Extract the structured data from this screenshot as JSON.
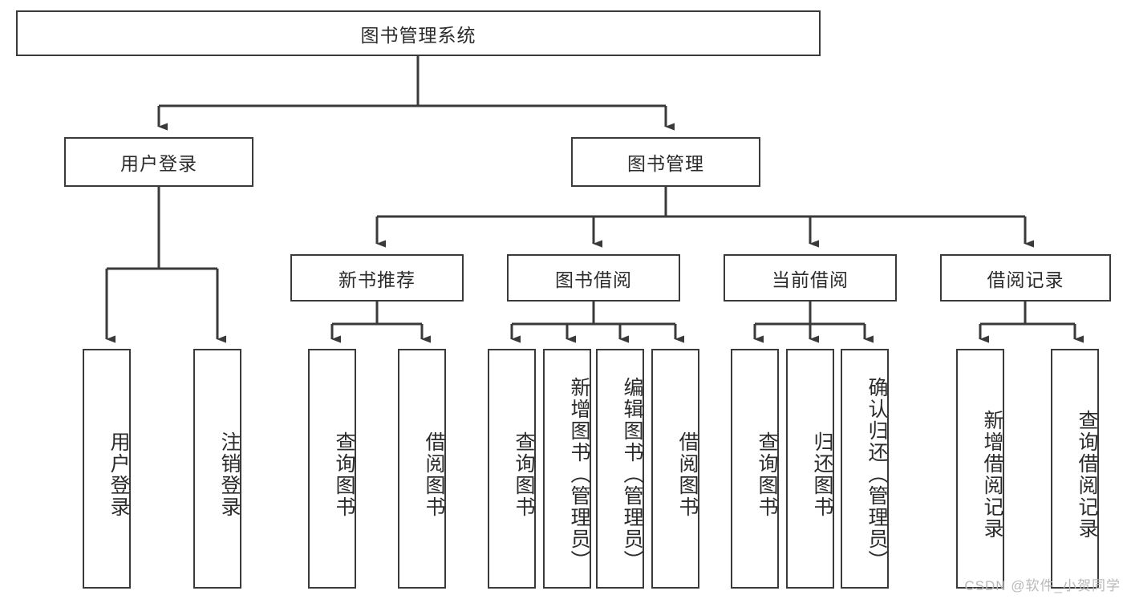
{
  "diagram": {
    "title_node": {
      "label": "图书管理系统"
    },
    "level2": [
      {
        "id": "user-login",
        "label": "用户登录"
      },
      {
        "id": "book-manage",
        "label": "图书管理"
      }
    ],
    "level3": [
      {
        "id": "new-book-recommend",
        "label": "新书推荐"
      },
      {
        "id": "book-borrow",
        "label": "图书借阅"
      },
      {
        "id": "current-borrow",
        "label": "当前借阅"
      },
      {
        "id": "borrow-record",
        "label": "借阅记录"
      }
    ],
    "leaves": [
      {
        "id": "leaf-user-login",
        "label": "用户登录"
      },
      {
        "id": "leaf-logout-login",
        "label": "注销登录"
      },
      {
        "id": "leaf-query-book-1",
        "label": "查询图书"
      },
      {
        "id": "leaf-borrow-book-1",
        "label": "借阅图书"
      },
      {
        "id": "leaf-query-book-2",
        "label": "查询图书"
      },
      {
        "id": "leaf-add-book-admin",
        "label": "新增图书（管理员）"
      },
      {
        "id": "leaf-edit-book-admin",
        "label": "编辑图书（管理员）"
      },
      {
        "id": "leaf-borrow-book-2",
        "label": "借阅图书"
      },
      {
        "id": "leaf-query-book-3",
        "label": "查询图书"
      },
      {
        "id": "leaf-return-book",
        "label": "归还图书"
      },
      {
        "id": "leaf-confirm-return-admin",
        "label": "确认归还（管理员）"
      },
      {
        "id": "leaf-add-borrow-record",
        "label": "新增借阅记录"
      },
      {
        "id": "leaf-query-borrow-record",
        "label": "查询借阅记录"
      }
    ],
    "watermark": "CSDN @软件_小贺同学",
    "colors": {
      "stroke": "#3a3a3a",
      "text": "#2b2b2b",
      "background": "#ffffff",
      "watermark": "#b9b9b9"
    }
  }
}
